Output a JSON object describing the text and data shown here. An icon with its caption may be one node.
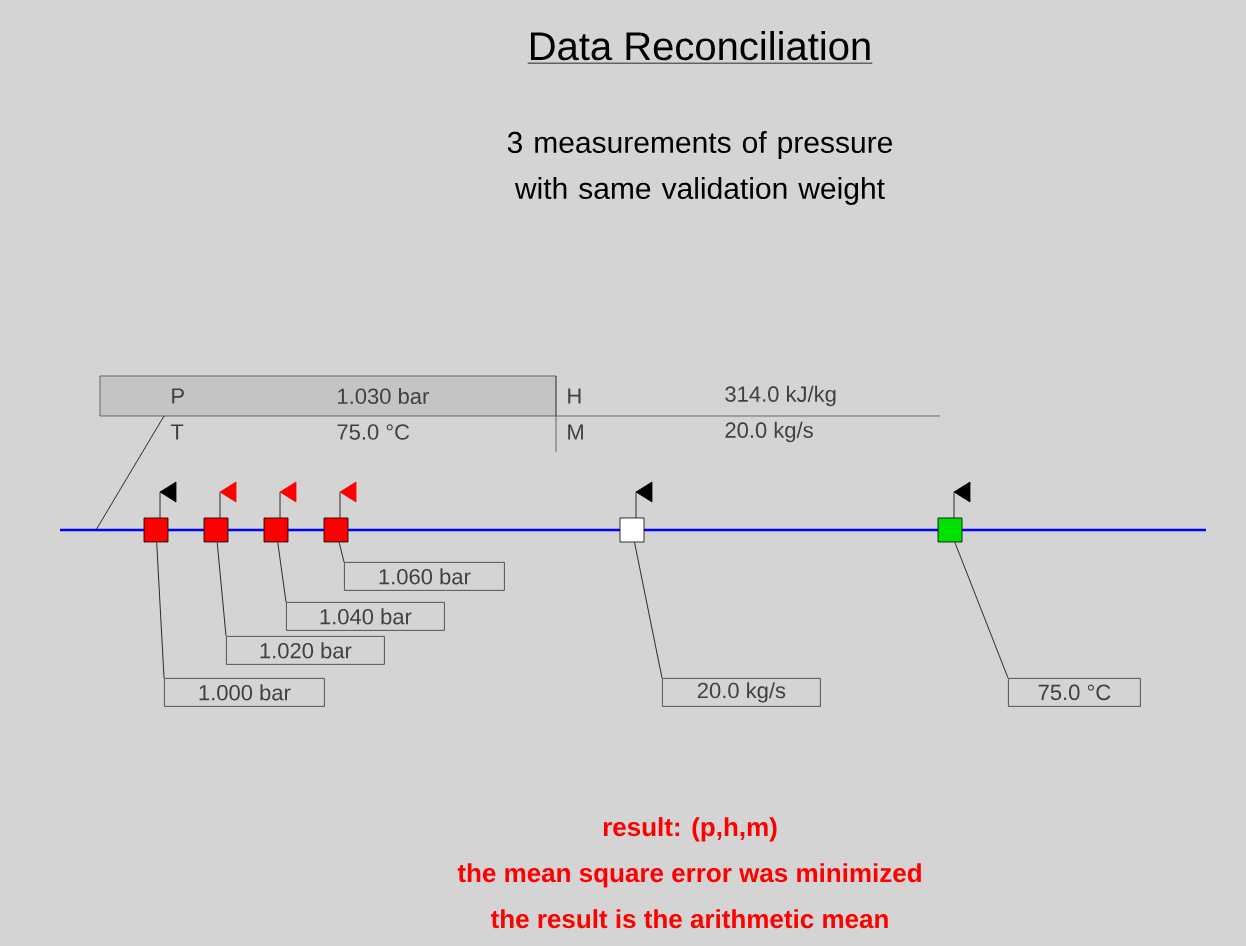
{
  "diagram": {
    "title": "Data Reconciliation",
    "nodes": [
      {
        "text": [
          "P",
          "1.030 bar",
          "H",
          "314.0 kJ/kg",
          "T",
          "75.0 °C",
          "M",
          "20.0 kg/s"
        ]
      },
      {
        "text": [],
        "shape": "box"
      },
      {
        "text": [],
        "shape": "box"
      },
      {
        "text": [],
        "shape": "box"
      },
      {
        "text": [],
        "shape": "box"
      },
      {
        "text": [],
        "shape": "box"
      },
      {
        "text": [],
        "shape": "box"
      },
      {
        "text": [
          "1.060 bar"
        ]
      },
      {
        "text": [
          "1.040 bar"
        ]
      },
      {
        "text": [
          "1.020 bar"
        ]
      },
      {
        "text": [
          "1.000 bar"
        ]
      },
      {
        "text": [
          "20.0 kg/s"
        ]
      },
      {
        "text": [
          "75.0 °C"
        ]
      }
    ],
    "edges": [
      {
        "from": 0,
        "to": null,
        "arrow": "none"
      },
      {
        "from": 7,
        "to": 4,
        "arrow": "none"
      },
      {
        "from": 8,
        "to": 3,
        "arrow": "none"
      },
      {
        "from": 9,
        "to": 2,
        "arrow": "none"
      },
      {
        "from": 10,
        "to": 1,
        "arrow": "none"
      },
      {
        "from": 11,
        "to": 5,
        "arrow": "none"
      },
      {
        "from": 12,
        "to": 6,
        "arrow": "none"
      }
    ],
    "labels": [
      "3 measurements of pressure with same validation weight",
      "result: (p,h,m)",
      "the mean square error was minimized",
      "the result is the arithmetic mean"
    ]
  }
}
